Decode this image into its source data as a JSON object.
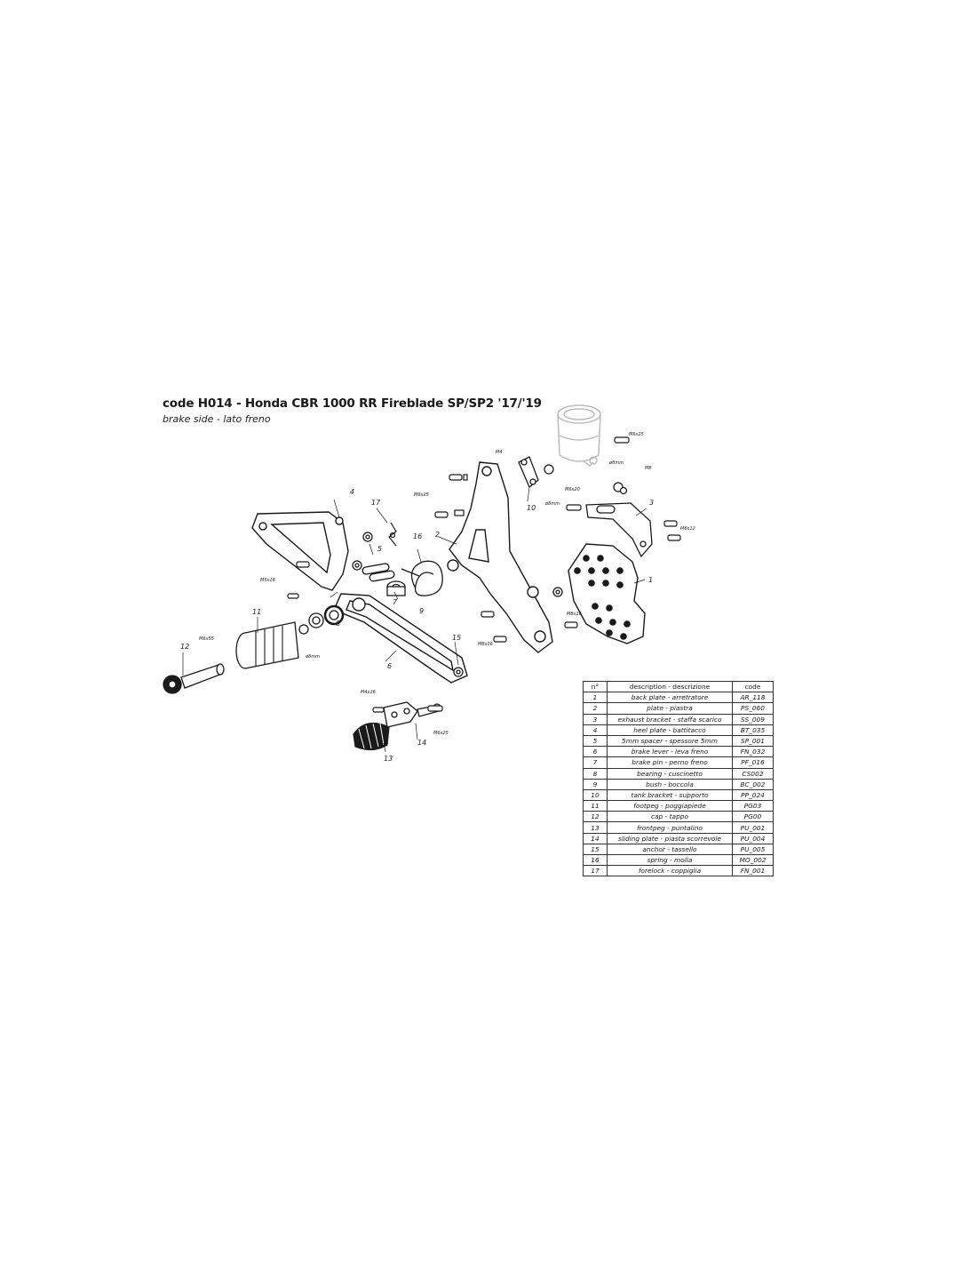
{
  "header": {
    "title": "code H014 - Honda CBR 1000 RR Fireblade SP/SP2 '17/'19",
    "subtitle": "brake side - lato freno"
  },
  "callouts": {
    "n1": "1",
    "n2": "2",
    "n3": "3",
    "n4": "4",
    "n5": "5",
    "n6": "6",
    "n7": "7",
    "n8": "8",
    "n9": "9",
    "n10": "10",
    "n11": "11",
    "n12": "12",
    "n13": "13",
    "n14": "14",
    "n15": "15",
    "n16": "16",
    "n17": "17",
    "m4": "M4",
    "m6x25_a": "M6x25",
    "m6x20": "M6x20",
    "d8mm_a": "ø8mm",
    "m6x25_b": "M6x25",
    "d8mm_b": "ø8mm",
    "m8": "M8",
    "m6x12": "M6x12",
    "m5x16": "M5x16",
    "m8x16_a": "M8x16",
    "m8x16_b": "M8x16",
    "m6x55": "M6x55",
    "d8mm_c": "ø8mm",
    "m4x16": "M4x16",
    "m6x25_c": "M6x25"
  },
  "parts_table": {
    "headers": [
      "n°",
      "description - descrizione",
      "code"
    ],
    "rows": [
      [
        "1",
        "back plate - arretratore",
        "AR_118"
      ],
      [
        "2",
        "plate - piastra",
        "PS_060"
      ],
      [
        "3",
        "exhaust bracket - staffa scarico",
        "SS_009"
      ],
      [
        "4",
        "heel plate - battitacco",
        "BT_035"
      ],
      [
        "5",
        "5mm spacer - spessore 5mm",
        "SP_001"
      ],
      [
        "6",
        "brake lever - leva freno",
        "FN_032"
      ],
      [
        "7",
        "brake pin - perno freno",
        "PF_016"
      ],
      [
        "8",
        "bearing - cuscinetto",
        "CS002"
      ],
      [
        "9",
        "bush - boccola",
        "BC_002"
      ],
      [
        "10",
        "tank bracket - supporto",
        "PP_024"
      ],
      [
        "11",
        "footpeg - poggiapiede",
        "PG03"
      ],
      [
        "12",
        "cap - tappo",
        "PG00"
      ],
      [
        "13",
        "frontpeg - puntalino",
        "PU_001"
      ],
      [
        "14",
        "sliding plate - piasta scorrevole",
        "PU_004"
      ],
      [
        "15",
        "anchor - tassello",
        "PU_005"
      ],
      [
        "16",
        "spring - molla",
        "MO_002"
      ],
      [
        "17",
        "forelock - coppiglia",
        "FN_001"
      ]
    ]
  },
  "colors": {
    "ink": "#1a1a1a",
    "ghost": "#bdbdbd",
    "paper": "#ffffff"
  }
}
